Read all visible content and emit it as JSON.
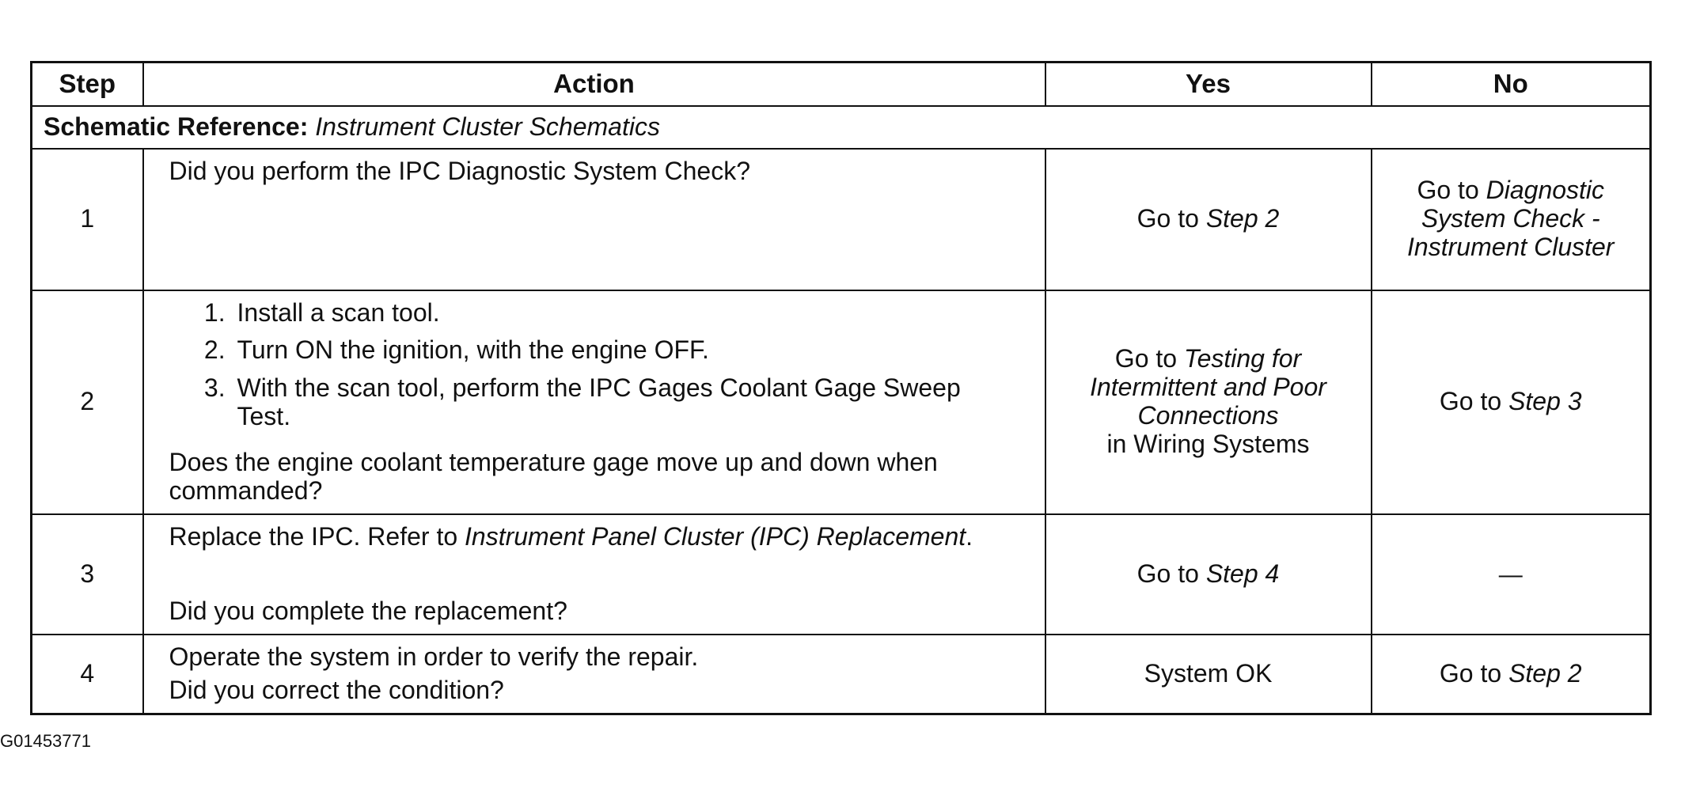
{
  "header": {
    "step": "Step",
    "action": "Action",
    "yes": "Yes",
    "no": "No"
  },
  "schematic": {
    "label": "Schematic Reference:",
    "ref": "Instrument Cluster Schematics"
  },
  "steps": [
    {
      "num": "1",
      "question": "Did you perform the IPC Diagnostic System Check?",
      "yes_prefix": "Go to ",
      "yes_link": "Step 2",
      "no_prefix": "Go to ",
      "no_link": "Diagnostic System Check - Instrument Cluster"
    },
    {
      "num": "2",
      "substeps": [
        "Install a scan tool.",
        "Turn ON the ignition, with the engine OFF.",
        "With the scan tool, perform the IPC Gages Coolant Gage Sweep Test."
      ],
      "question": "Does the engine coolant temperature gage move up and down when commanded?",
      "yes_prefix": "Go to ",
      "yes_link": "Testing for Intermittent and Poor Connections",
      "yes_suffix": "in Wiring Systems",
      "no_prefix": "Go to ",
      "no_link": "Step 3"
    },
    {
      "num": "3",
      "instruction_prefix": "Replace the IPC. Refer to ",
      "instruction_link": "Instrument Panel Cluster (IPC) Replacement",
      "instruction_suffix": ".",
      "question": "Did you complete the replacement?",
      "yes_prefix": "Go to ",
      "yes_link": "Step 4",
      "no_text": "—"
    },
    {
      "num": "4",
      "instruction": "Operate the system in order to verify the repair.",
      "question": "Did you correct the condition?",
      "yes_text": "System OK",
      "no_prefix": "Go to ",
      "no_link": "Step 2"
    }
  ],
  "figure_id": "G01453771"
}
